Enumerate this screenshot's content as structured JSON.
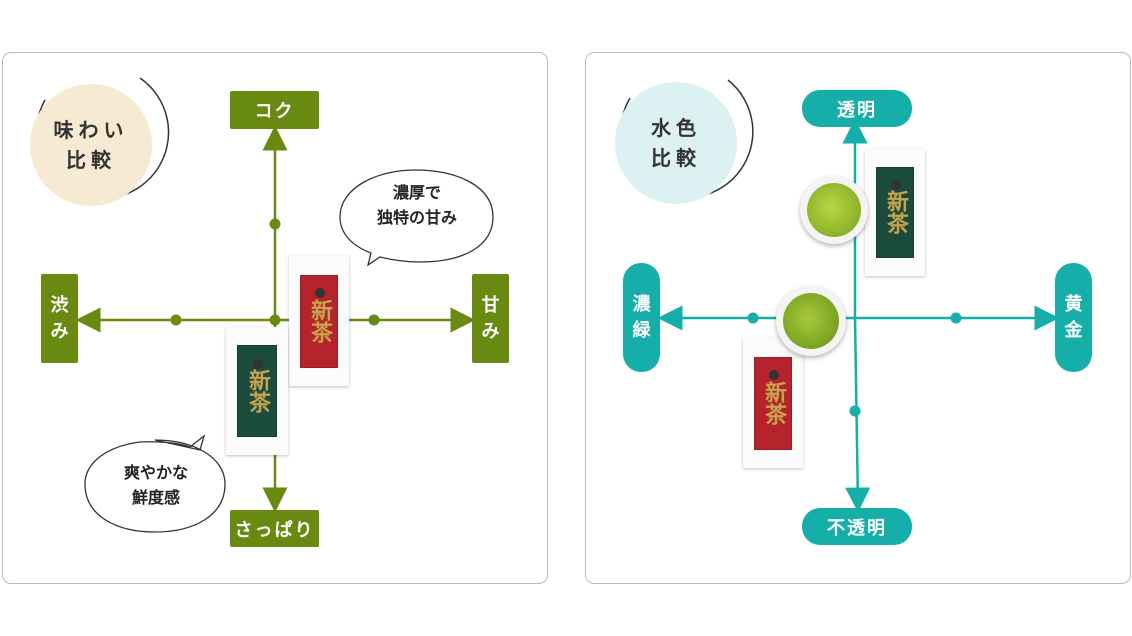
{
  "taste": {
    "badge": {
      "line1": "味わい",
      "line2": "比較",
      "color": "#f6ead2"
    },
    "axis_color": "#688a10",
    "top": "コク",
    "bottom": "さっぱり",
    "left": [
      "渋",
      "み"
    ],
    "right": [
      "甘",
      "み"
    ],
    "bubble_upper": {
      "line1": "濃厚で",
      "line2": "独特の甘み"
    },
    "bubble_lower": {
      "line1": "爽やかな",
      "line2": "鮮度感"
    },
    "package_red": {
      "brand": "新茶",
      "color": "#b5232c"
    },
    "package_green": {
      "brand": "新茶",
      "color": "#1b4b3c"
    }
  },
  "color": {
    "badge": {
      "line1": "水色",
      "line2": "比較",
      "color": "#dcf1f1"
    },
    "axis_color": "#15aea8",
    "top": "透明",
    "bottom": "不透明",
    "left": [
      "濃",
      "緑"
    ],
    "right": [
      "黄",
      "金"
    ],
    "package_green": {
      "brand": "新茶",
      "color": "#1b4b3c"
    },
    "package_red": {
      "brand": "新茶",
      "color": "#b5232c"
    }
  }
}
